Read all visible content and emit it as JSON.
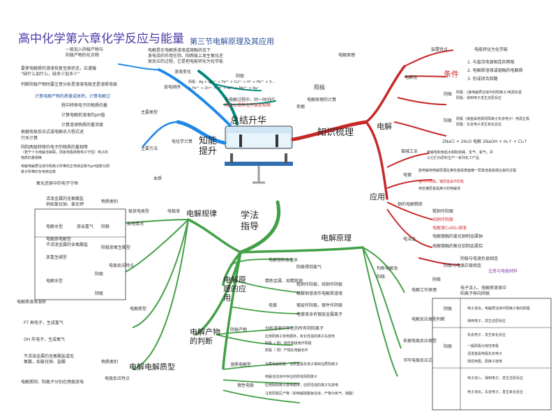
{
  "header": {
    "title": "高中化学第六章化学反应与能量",
    "subtitle": "第三节电解原理及其应用"
  },
  "center": {
    "label": "总结升华",
    "tip_left": "知能\n提升",
    "tip_right": "知识梳理",
    "tip_bottom": "学法\n指导"
  },
  "branches": {
    "electrolysis": "电解",
    "application": "应用",
    "principle": "电解原理",
    "laws": "电解规律",
    "electrolyte_quality": "电解电解质型",
    "electroplating": "电解原理的应用",
    "electrolysis_products": "电解产物的判断",
    "capture_small": "溶液",
    "anode_label": "阳极"
  },
  "colors": {
    "title": "#4a3aa8",
    "branch_red": "#c62828",
    "branch_green": "#43a047",
    "branch_blue": "#1e88e5",
    "branch_teal": "#00897b",
    "branch_grey": "#9e9e9e"
  },
  "notes": {
    "top_left": [
      "一般加入阴极产物与",
      "阳极产物的化合物",
      "要使电解质的溶液恢复至原状态，应遵循",
      "“缺什么加什么，缺多少加多少”",
      "判断阴极产物时要注意分析是溶液电极还是溶质电极",
      "计算电解产物的质量或体积，计算电解过",
      "程中转移电子的物质的量",
      "计算电解前溶液的pH值",
      "计算溶液物质的量浓度",
      "根据电极反应式或电解总方程式进",
      "行关计算",
      "阴阳两极转移的电子的物质的量相等",
      "（若干个为电解池串联，则各电极转移电子守恒）电子的",
      "物质的量相等",
      "电解电解质溶液中阴离子所带的正电荷总数与pH值数为阴",
      "离子所带的负电荷总数",
      "氧化还原中的电子守恒"
    ],
    "middle_top": [
      "电解是在电解质溶液或熔融状态下",
      "发电流的作用在阴、阳两极上发生氧化还",
      "原反应的过程，它是把电能转化为化学能",
      "阳极：Ag > Hg²⁺ > Fe³⁺ > Cu²⁺ > H⁺ > Pb²⁺ > S...",
      "> Fe²⁺ > Zn²⁺ > H⁺ > Al³⁺ > Mg²⁺ > Na⁺",
      "溶液变化",
      "阴极",
      "放电顺序",
      "电解原理",
      "电解原理的计算",
      "在电解过程中，同一时间内，",
      "两极上得失电子数目相等",
      "依据"
    ],
    "electrolysis_right": [
      "装置特点",
      "电能转化为化学能",
      "1. 与直流电源相连的两极",
      "2. 电解质溶液或熔融的电解质",
      "3. 形成闭合回路",
      "条件",
      "阴极：(接电解质溶液中的阳离子)电源负极",
      "阳极：得到电子发生还原反应",
      "电解池",
      "阴极（接金属电极则阳离子失去电子）电源正极",
      "阳极：失去电子发生氧化反应",
      "阳极",
      "2NaCl + 2H₂O 电解 2NaOH + H₂↑ + Cl₂↑",
      "阴极",
      "电解饱和食盐水制取烧碱、氢气、氯气，并",
      "以它们为原料生产一系列化工产品",
      "氯碱工业",
      "能电解用电解原理在某些金属表面镀一层其他金属或合金的过程",
      "镀件作阴极；镀层金属作阳极",
      "用含镀层金属离子的电解液",
      "电镀",
      "铜的电解精炼",
      "粗铜作阳极",
      "纯铜作阴极",
      "电解液CuSO₄溶液",
      "电冶金",
      "电解熔融的氯化钠制金属钠",
      "电解熔融的氧化铝制金属铝",
      "阴极与电源负极相连",
      "阳极与电源正极相连",
      "注意与电极材料"
    ],
    "principle_right": [
      "判断电解池",
      "阳极",
      "阴极",
      "电子流入，电解质溶液中",
      "阳离子移向阴极",
      "电子流出，电解质溶液中阴离子移向阳极",
      "失去电子，发生氧化反应",
      "得到电子，发生还原反应",
      "电解工作原理",
      "电解反应类型判断",
      "依据电极反应类型",
      "书写电极反应式",
      "阴极",
      "阳极",
      "一般阳极为惰性电极",
      "活泼金属电极失去电子",
      "惰性电极，阴离子放电",
      "电子流入，得到电子，发生还原反应",
      "电子流出，失去电子，发生氧化反应"
    ],
    "bottom_middle": [
      "分析溶液中存在的所有阴阳离子",
      "应用阳离子放电顺序，氧化性强的离子先放电",
      "阴极（ 阳）惰性电极用作阳极",
      "阴极（ 阳）产物在电解池中",
      "溶质电解阴极：溶质金属失电子得到溶质阳离子",
      "阴极产物",
      "惰性电极",
      "溶质电解型",
      "电解池溶液中存在的所有阴阳离子",
      "应用阴阳离子放电顺序，还原性强的离子先放电",
      "注意阳极区产物（如电解硫酸钠溶液，产物为氧气、硫酸）"
    ],
    "bottom_left": [
      "活泼金属的无氧酸盐",
      "例如氯化钠、氯化钾",
      "物质类别",
      "极放电类型",
      "电极液",
      "放电情况",
      "电解水型",
      "放出氢气",
      "阳极",
      "电解质电解型",
      "不活泼金属的含氧酸盐",
      "阳极放氧生酸型",
      "放氢生碱型",
      "电极反应特点",
      "电解水型",
      "阳极",
      "阴极",
      "电解质溶液溶质",
      "FT 再电子，生成氢气",
      "OH 失电子，生成氧气",
      "不活泼金属的无氧酸盐或无",
      "氧酸，如氯化铜、盐酸",
      "物质类别",
      "电解质型",
      "电极反应特点",
      "电解质阴、阳离子分别在两极放电"
    ]
  }
}
